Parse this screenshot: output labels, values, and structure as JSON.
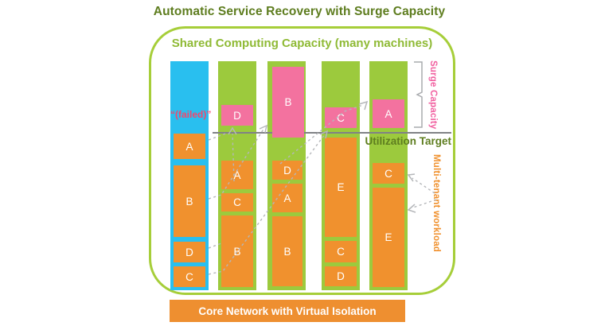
{
  "title": "Automatic Service Recovery with Surge Capacity",
  "shared_capacity": {
    "label": "Shared Computing Capacity (many machines)"
  },
  "machines": [
    {
      "name": "machine-1",
      "status": "failed",
      "failed_label": "“(failed)”",
      "blocks": [
        "A",
        "B",
        "D",
        "C"
      ]
    },
    {
      "name": "machine-2",
      "status": "active",
      "surge_block": "D",
      "blocks": [
        "A",
        "C",
        "B"
      ]
    },
    {
      "name": "machine-3",
      "status": "active",
      "surge_block": "B",
      "blocks": [
        "D",
        "A",
        "B"
      ]
    },
    {
      "name": "machine-4",
      "status": "active",
      "surge_block": "C",
      "blocks": [
        "E",
        "C",
        "D"
      ]
    },
    {
      "name": "machine-5",
      "status": "active",
      "surge_block": "A",
      "blocks": [
        "C",
        "E"
      ]
    }
  ],
  "labels": {
    "surge_capacity": "Surge Capacity",
    "utilization_target": "Utilization Target",
    "multi_tenant_workload": "Multi-tenant workload",
    "core_network": "Core Network with Virtual Isolation"
  },
  "colors": {
    "machine_green": "#9cca3d",
    "failed_machine_cyan": "#29bfef",
    "workload_orange": "#f0912e",
    "surge_pink": "#f3729f",
    "container_border_green": "#a6ce39",
    "title_green": "#5e7d1f",
    "subtitle_green": "#8fba35",
    "failed_text_pink": "#f2476d",
    "target_line_gray": "#808285",
    "arrow_gray": "#b5b7ba"
  }
}
